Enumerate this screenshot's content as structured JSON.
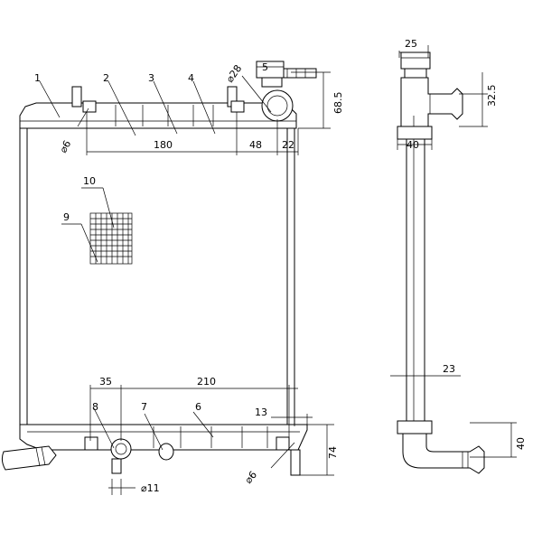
{
  "callouts": [
    "1",
    "2",
    "3",
    "4",
    "5",
    "6",
    "7",
    "8",
    "9",
    "10"
  ],
  "dimensions": {
    "d180": "180",
    "d48": "48",
    "d22": "22",
    "d68_5": "68.5",
    "phi28": "⌀28",
    "phi6_top": "⌀6",
    "d35": "35",
    "d210": "210",
    "d13": "13",
    "d74": "74",
    "phi6_bottom": "⌀6",
    "phi11": "⌀11",
    "d25": "25",
    "d32_5": "32.5",
    "d40_top": "40",
    "d23": "23",
    "d40_bottom": "40"
  }
}
